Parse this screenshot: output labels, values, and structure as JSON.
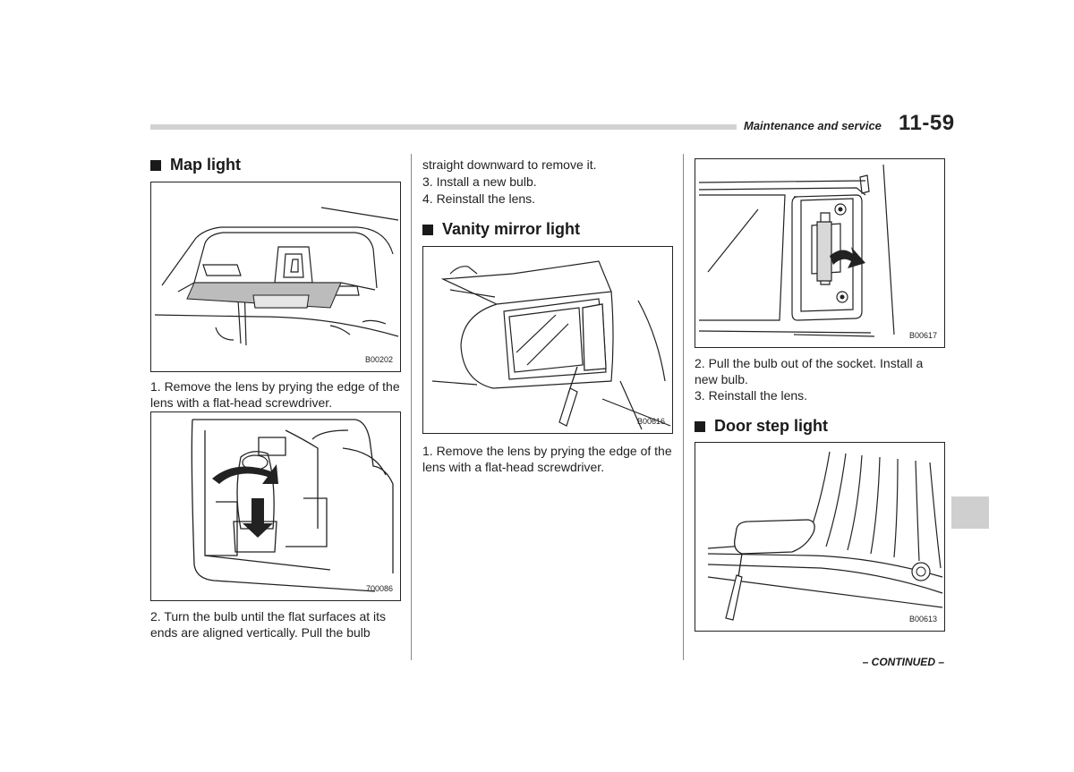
{
  "header": {
    "section_title": "Maintenance and service",
    "page_number": "11-59"
  },
  "col1": {
    "heading": "Map light",
    "fig1_code": "B00202",
    "step1": "1.  Remove the lens by prying the edge of the lens with a flat-head screwdriver.",
    "fig2_code": "700086",
    "step2": "2.  Turn the bulb until the flat surfaces at its ends are aligned vertically. Pull the bulb"
  },
  "col2": {
    "cont_text": "straight downward to remove it.",
    "step3": "3.  Install a new bulb.",
    "step4": "4.  Reinstall the lens.",
    "heading": "Vanity mirror light",
    "fig_code": "B00616",
    "step1": "1.  Remove the lens by prying the edge of the lens with a flat-head screwdriver."
  },
  "col3": {
    "fig1_code": "B00617",
    "step2": "2.  Pull the bulb out of the socket. Install a new bulb.",
    "step3": "3.  Reinstall the lens.",
    "heading": "Door step light",
    "fig2_code": "B00613"
  },
  "footer": {
    "continued": "– CONTINUED –"
  }
}
